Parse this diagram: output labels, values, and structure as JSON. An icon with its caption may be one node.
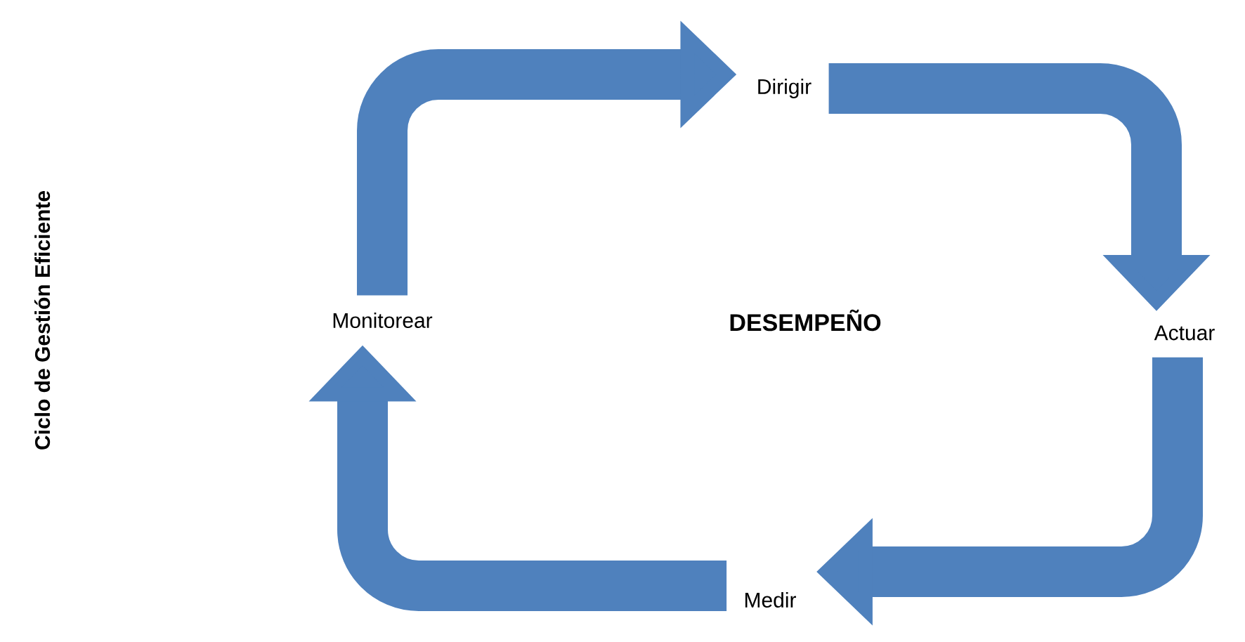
{
  "diagram": {
    "title": "Ciclo de Gestión Eficiente",
    "nodes": [
      {
        "text": [
          "Dirigir"
        ]
      },
      {
        "text": [
          "Actuar"
        ]
      },
      {
        "text": [
          "Medir"
        ]
      },
      {
        "text": [
          "Monitorear"
        ]
      }
    ],
    "edges": [
      {
        "from": 3,
        "to": 0,
        "arrow": "to"
      },
      {
        "from": 0,
        "to": 1,
        "arrow": "to"
      },
      {
        "from": 1,
        "to": 2,
        "arrow": "to"
      },
      {
        "from": 2,
        "to": 3,
        "arrow": "to"
      }
    ],
    "labels": [
      "DESEMPEÑO"
    ]
  }
}
